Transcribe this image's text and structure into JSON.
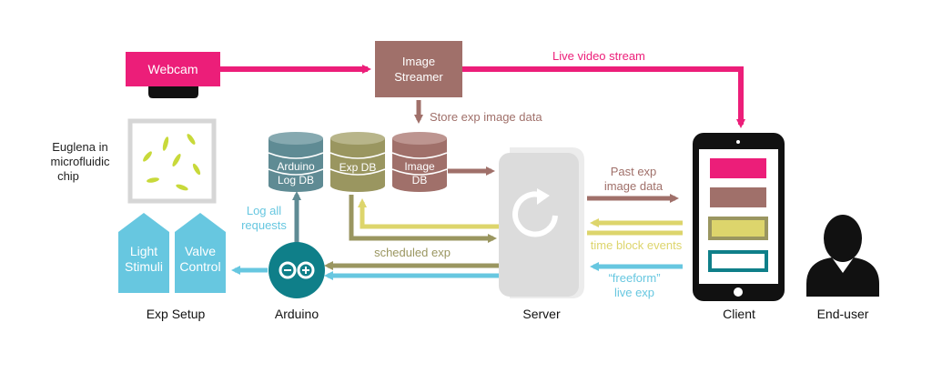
{
  "nodes": {
    "webcam": "Webcam",
    "image_streamer": [
      "Image",
      "Streamer"
    ],
    "euglena_chip": [
      "Euglena in",
      "microfluidic",
      "chip"
    ],
    "arduino_log_db": [
      "Arduino",
      "Log DB"
    ],
    "exp_db": "Exp DB",
    "image_db": [
      "Image",
      "DB"
    ],
    "light_stimuli": [
      "Light",
      "Stimuli"
    ],
    "valve_control": [
      "Valve",
      "Control"
    ]
  },
  "edges": {
    "live_video_stream": "Live video stream",
    "store_exp_image_data": "Store exp image data",
    "past_exp_image_data": [
      "Past exp",
      "image data"
    ],
    "time_block_events": "time block events",
    "freeform_live_exp": [
      "“freeform”",
      "live exp"
    ],
    "scheduled_exp": "scheduled exp",
    "log_all_requests": [
      "Log all",
      "requests"
    ]
  },
  "captions": {
    "exp_setup": "Exp Setup",
    "arduino": "Arduino",
    "server": "Server",
    "client": "Client",
    "end_user": "End-user"
  },
  "colors": {
    "magenta": "#ec1e79",
    "mauve": "#a0706a",
    "olive": "#9a9660",
    "yellow": "#ddd56c",
    "cyan": "#67c7e0",
    "slate": "#5f8b94",
    "teal": "#0f7f89",
    "server_gray": "#dcdcdc",
    "black": "#111111"
  }
}
